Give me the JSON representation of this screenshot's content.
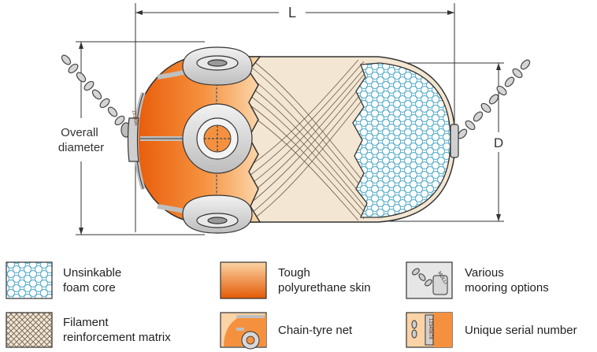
{
  "dimensions": {
    "length_label": "L",
    "diameter_label": "D",
    "overall_diameter_label": "Overall\ndiameter"
  },
  "legend": [
    {
      "id": "foam",
      "label": "Unsinkable\nfoam core"
    },
    {
      "id": "skin",
      "label": "Tough\npolyurethane skin"
    },
    {
      "id": "mooring",
      "label": "Various\nmooring options"
    },
    {
      "id": "filament",
      "label": "Filament\nreinforcement matrix"
    },
    {
      "id": "net",
      "label": "Chain-tyre net"
    },
    {
      "id": "serial",
      "label": "Unique serial number"
    }
  ],
  "colors": {
    "skin_dark": "#e8620c",
    "skin_light": "#fbd3a6",
    "cloth": "#f4e8d6",
    "foam_line": "#4aa8c8",
    "tyre": "#d8d8d8",
    "outline": "#333333"
  },
  "icons": {
    "chain": "chain-link-icon",
    "tyre": "tyre-icon",
    "shackle": "shackle-icon"
  }
}
